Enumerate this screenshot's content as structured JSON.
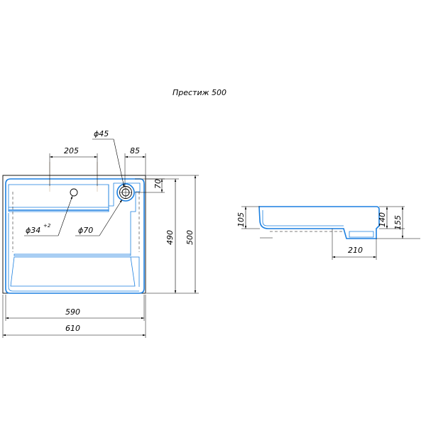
{
  "title": "Престиж 500",
  "labels": {
    "d45": "ϕ45",
    "d85": "85",
    "d205": "205",
    "d70h": "70",
    "d34": "ϕ34",
    "d34tol": "+2",
    "d70": "ϕ70",
    "d490": "490",
    "d500": "500",
    "d590": "590",
    "d610": "610",
    "d105": "105",
    "d140": "140",
    "d155": "155",
    "d210": "210"
  },
  "colors": {
    "line": "#000000",
    "accent": "#1a7fe0"
  }
}
